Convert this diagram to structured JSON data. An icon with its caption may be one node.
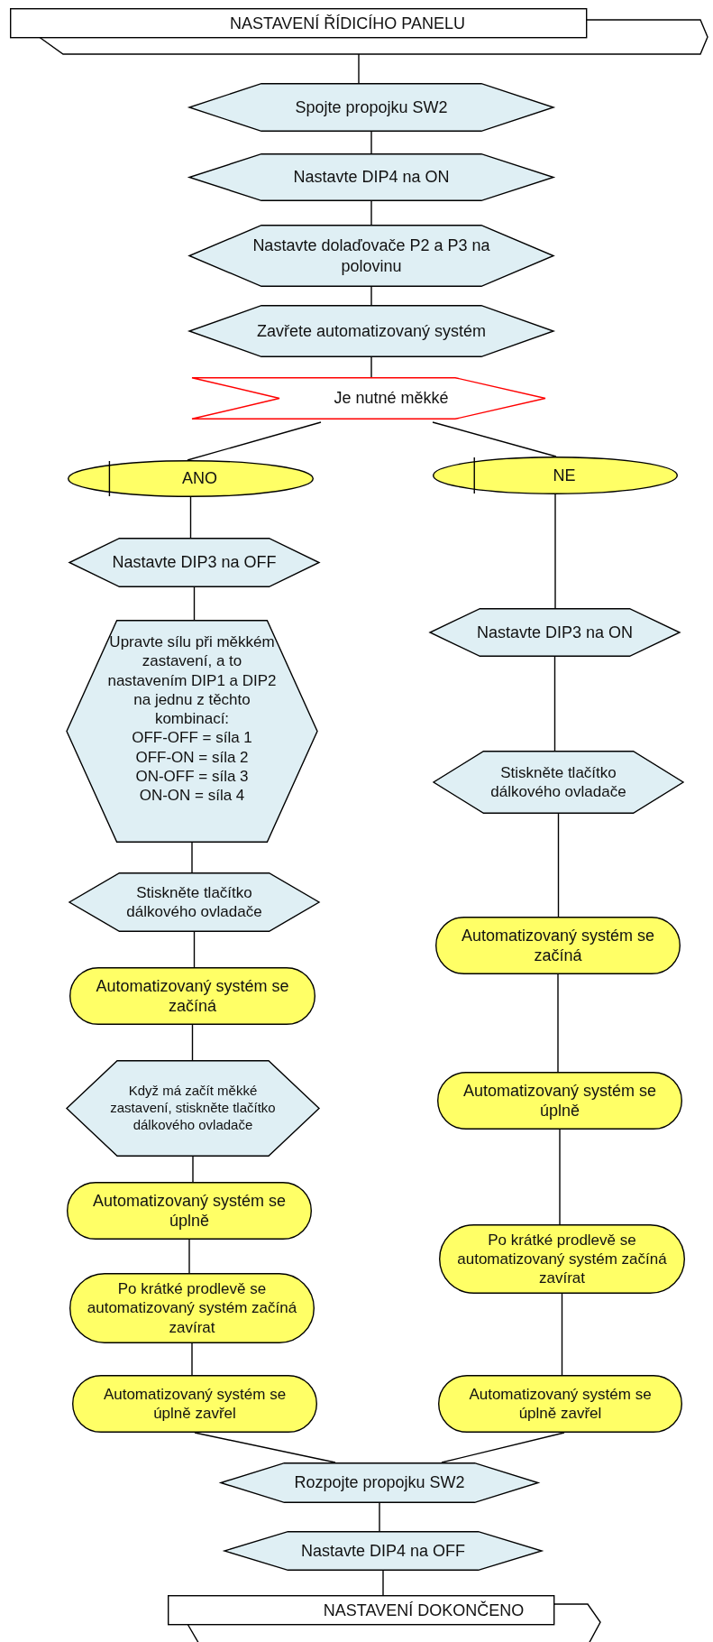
{
  "diagram": {
    "nodes": [
      {
        "text": [
          "NASTAVENÍ ŘÍDICÍHO PANELU"
        ]
      },
      {
        "text": [
          "Spojte propojku SW2"
        ]
      },
      {
        "text": [
          "Nastavte DIP4 na ON"
        ]
      },
      {
        "text": [
          "Nastavte dolaďovače P2 a P3 na polovinu"
        ]
      },
      {
        "text": [
          "Zavřete automatizovaný systém"
        ]
      },
      {
        "text": [
          "Je nutné měkké"
        ]
      },
      {
        "text": [
          "ANO"
        ]
      },
      {
        "text": [
          "NE"
        ]
      },
      {
        "text": [
          "Nastavte DIP3 na OFF"
        ]
      },
      {
        "text": [
          "Upravte sílu při měkkém zastavení, a to nastavením DIP1 a DIP2 na jednu z těchto kombinací:",
          "OFF-OFF = síla 1",
          "OFF-ON = síla 2",
          "ON-OFF = síla 3",
          "ON-ON = síla 4"
        ]
      },
      {
        "text": [
          "Stiskněte tlačítko dálkového ovladače"
        ]
      },
      {
        "text": [
          "Automatizovaný systém se začíná"
        ]
      },
      {
        "text": [
          "Když má začít měkké zastavení, stiskněte tlačítko dálkového ovladače"
        ]
      },
      {
        "text": [
          "Automatizovaný systém se úplně"
        ]
      },
      {
        "text": [
          "Po krátké prodlevě se automatizovaný systém začíná zavírat"
        ]
      },
      {
        "text": [
          "Automatizovaný systém se úplně zavřel"
        ]
      },
      {
        "text": [
          "Nastavte DIP3 na ON"
        ]
      },
      {
        "text": [
          "Stiskněte tlačítko dálkového ovladače"
        ]
      },
      {
        "text": [
          "Automatizovaný systém se začíná"
        ]
      },
      {
        "text": [
          "Automatizovaný systém se úplně"
        ]
      },
      {
        "text": [
          "Po krátké prodlevě se automatizovaný systém začíná zavírat"
        ]
      },
      {
        "text": [
          "Automatizovaný systém se úplně zavřel"
        ]
      },
      {
        "text": [
          "Rozpojte propojku SW2"
        ]
      },
      {
        "text": [
          "Nastavte DIP4 na OFF"
        ]
      },
      {
        "text": [
          "NASTAVENÍ DOKONČENO"
        ]
      }
    ],
    "edges": [
      {
        "from": 0,
        "to": 1,
        "arrow": "none"
      },
      {
        "from": 1,
        "to": 2,
        "arrow": "none"
      },
      {
        "from": 2,
        "to": 3,
        "arrow": "none"
      },
      {
        "from": 3,
        "to": 4,
        "arrow": "none"
      },
      {
        "from": 4,
        "to": 5,
        "arrow": "none"
      },
      {
        "from": 5,
        "to": 6,
        "arrow": "none"
      },
      {
        "from": 5,
        "to": 7,
        "arrow": "none"
      },
      {
        "from": 6,
        "to": 8,
        "arrow": "none"
      },
      {
        "from": 8,
        "to": 9,
        "arrow": "none"
      },
      {
        "from": 9,
        "to": 10,
        "arrow": "none"
      },
      {
        "from": 10,
        "to": 11,
        "arrow": "none"
      },
      {
        "from": 11,
        "to": 12,
        "arrow": "none"
      },
      {
        "from": 12,
        "to": 13,
        "arrow": "none"
      },
      {
        "from": 13,
        "to": 14,
        "arrow": "none"
      },
      {
        "from": 14,
        "to": 15,
        "arrow": "none"
      },
      {
        "from": 7,
        "to": 16,
        "arrow": "none"
      },
      {
        "from": 16,
        "to": 17,
        "arrow": "none"
      },
      {
        "from": 17,
        "to": 18,
        "arrow": "none"
      },
      {
        "from": 18,
        "to": 19,
        "arrow": "none"
      },
      {
        "from": 19,
        "to": 20,
        "arrow": "none"
      },
      {
        "from": 20,
        "to": 21,
        "arrow": "none"
      },
      {
        "from": 15,
        "to": 22,
        "arrow": "none"
      },
      {
        "from": 21,
        "to": 22,
        "arrow": "none"
      },
      {
        "from": 22,
        "to": 23,
        "arrow": "none"
      },
      {
        "from": 23,
        "to": 24,
        "arrow": "none"
      }
    ]
  }
}
